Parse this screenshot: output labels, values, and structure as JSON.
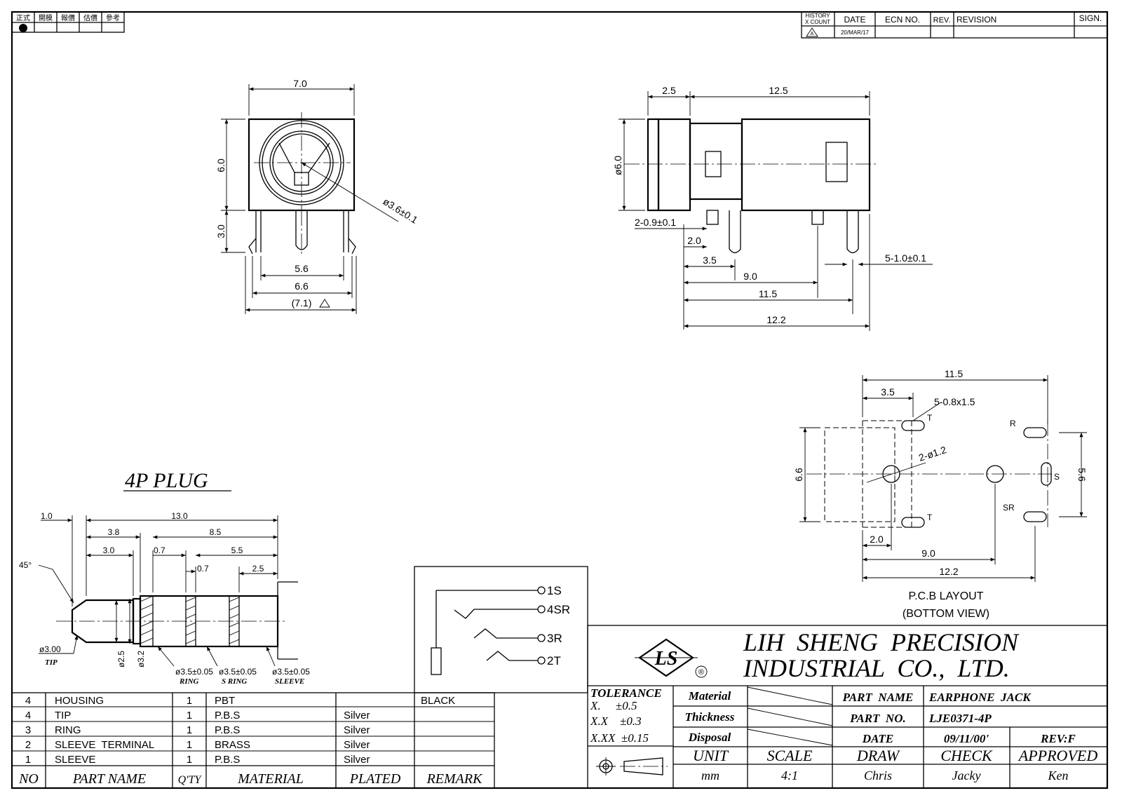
{
  "header": {
    "stage_labels": [
      "正式",
      "開模",
      "報價",
      "估價",
      "參考"
    ],
    "history": {
      "col_history": "HISTORY",
      "col_count": "X COUNT",
      "col_date": "DATE",
      "col_ecn": "ECN NO.",
      "col_rev": "REV.",
      "col_revision": "REVISION",
      "col_sign": "SIGN.",
      "row_count": "A",
      "row_date": "20/MAR/17"
    }
  },
  "front_view": {
    "dims": [
      "7.0",
      "6.0",
      "3.0",
      "ø3.6±0.1",
      "5.6",
      "6.6",
      "(7.1)"
    ]
  },
  "side_view": {
    "dims": [
      "2.5",
      "12.5",
      "ø6.0",
      "2-0.9±0.1",
      "2.0",
      "3.5",
      "9.0",
      "11.5",
      "12.2",
      "5-1.0±0.1"
    ]
  },
  "pcb_layout": {
    "dims": [
      "11.5",
      "3.5",
      "5-0.8x1.5",
      "2-ø1.2",
      "6.6",
      "5.6",
      "2.0",
      "9.0",
      "12.2"
    ],
    "pins": [
      "T",
      "R",
      "S",
      "SR",
      "T"
    ],
    "title": "P.C.B LAYOUT",
    "subtitle": "(BOTTOM VIEW)"
  },
  "plug": {
    "title": "4P PLUG",
    "dims": [
      "1.0",
      "13.0",
      "3.8",
      "8.5",
      "3.0",
      "0.7",
      "5.5",
      "0.7",
      "2.5",
      "45°",
      "ø3.00",
      "ø2.5",
      "ø3.2",
      "ø3.5±0.05",
      "ø3.5±0.05",
      "ø3.5±0.05"
    ],
    "labels": [
      "TIP",
      "RING",
      "S RING",
      "SLEEVE"
    ]
  },
  "schematic": {
    "pins": [
      "1S",
      "4SR",
      "3R",
      "2T"
    ]
  },
  "bom": {
    "headers": [
      "NO",
      "PART NAME",
      "Q'TY",
      "MATERIAL",
      "PLATED",
      "REMARK"
    ],
    "rows": [
      {
        "no": "4",
        "name": "HOUSING",
        "qty": "1",
        "material": "PBT",
        "plated": "",
        "remark": "BLACK"
      },
      {
        "no": "4",
        "name": "TIP",
        "qty": "1",
        "material": "P.B.S",
        "plated": "Silver",
        "remark": ""
      },
      {
        "no": "3",
        "name": "RING",
        "qty": "1",
        "material": "P.B.S",
        "plated": "Silver",
        "remark": ""
      },
      {
        "no": "2",
        "name": "SLEEVE  TERMINAL",
        "qty": "1",
        "material": "BRASS",
        "plated": "Silver",
        "remark": ""
      },
      {
        "no": "1",
        "name": "SLEEVE",
        "qty": "1",
        "material": "P.B.S",
        "plated": "Silver",
        "remark": ""
      }
    ]
  },
  "title_block": {
    "company_line1": "LIH  SHENG  PRECISION",
    "company_line2": "INDUSTRIAL  CO.,  LTD.",
    "logo_text": "LS",
    "registered": "®",
    "tolerance_label": "TOLERANCE",
    "tol_x": "X.     ±0.5",
    "tol_xx": "X.X    ±0.3",
    "tol_xxx": "X.XX  ±0.15",
    "material_label": "Material",
    "thickness_label": "Thickness",
    "disposal_label": "Disposal",
    "part_name_label": "PART  NAME",
    "part_name": "EARPHONE  JACK",
    "part_no_label": "PART  NO.",
    "part_no": "LJE0371-4P",
    "date_label": "DATE",
    "date": "09/11/00'",
    "rev": "REV:F",
    "unit_label": "UNIT",
    "unit": "mm",
    "scale_label": "SCALE",
    "scale": "4:1",
    "draw_label": "DRAW",
    "draw": "Chris",
    "check_label": "CHECK",
    "check": "Jacky",
    "approved_label": "APPROVED",
    "approved": "Ken"
  }
}
